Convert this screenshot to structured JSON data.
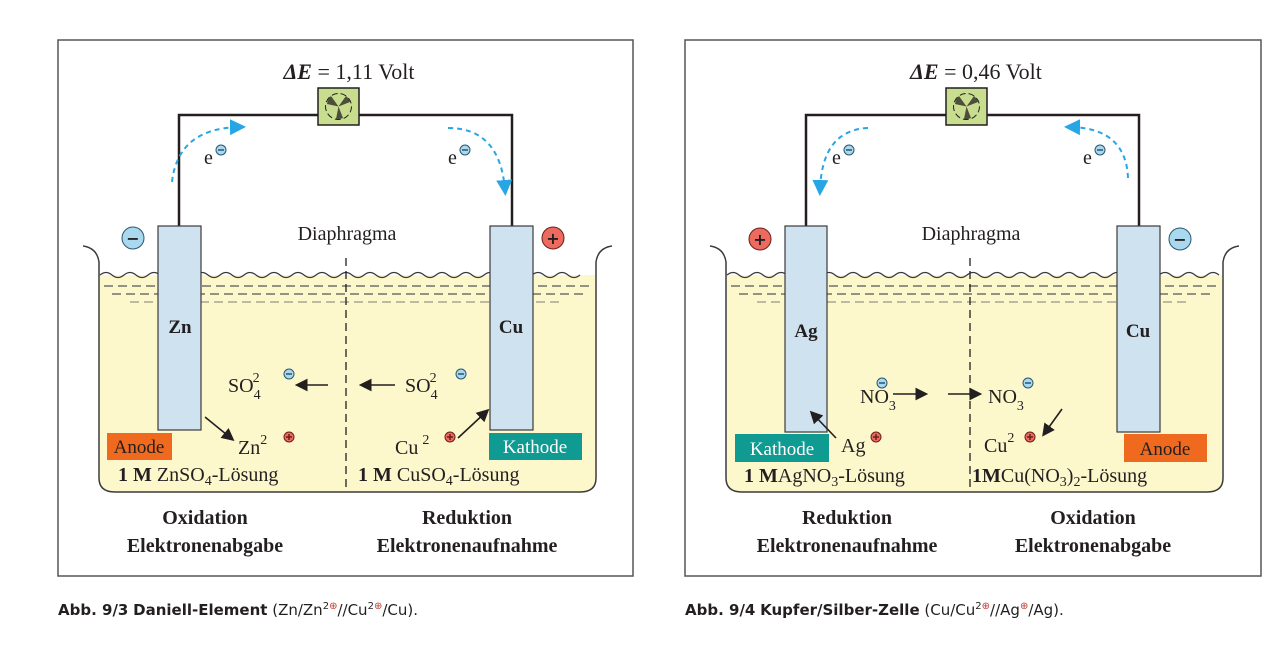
{
  "colors": {
    "anode": "#ef6a1f",
    "cathode": "#0f9a92",
    "negative": "#a9d8ef",
    "positive": "#ec6a5e",
    "electron_flow": "#27a6e6",
    "solution": "#fdf7cc",
    "meter": "#c9dd8e",
    "electrode": "#cfe2ef"
  },
  "figures": [
    {
      "voltage": {
        "symbol": "ΔE",
        "eq": "=",
        "value": "1,11",
        "unit": "Volt"
      },
      "meter_icon": "voltmeter-icon",
      "electron": "e",
      "diaphragm": "Diaphragma",
      "left_electrode": "Zn",
      "right_electrode": "Cu",
      "left_pole": "−",
      "right_pole": "+",
      "left_anion": {
        "base": "SO",
        "sub": "4",
        "sup": "2"
      },
      "right_anion": {
        "base": "SO",
        "sub": "4",
        "sup": "2"
      },
      "left_cation": {
        "base": "Zn",
        "sup": "2"
      },
      "right_cation": {
        "base": "Cu",
        "sup": "2"
      },
      "left_role": "Anode",
      "right_role": "Kathode",
      "left_solution": {
        "conc": "1 M",
        "a": "ZnSO",
        "sub": "4",
        "b": "-Lösung"
      },
      "right_solution": {
        "conc": "1 M",
        "a": "CuSO",
        "sub": "4",
        "b": "-Lösung"
      },
      "left_process": "Oxidation",
      "left_process_desc": "Elektronenabgabe",
      "right_process": "Reduktion",
      "right_process_desc": "Elektronenaufnahme",
      "caption": {
        "number": "Abb. 9/3",
        "title": "Daniell-Element",
        "formula_a": "(Zn/Zn",
        "sup1": "2",
        "formula_b": "//Cu",
        "sup2": "2",
        "formula_c": "/Cu)."
      }
    },
    {
      "voltage": {
        "symbol": "ΔE",
        "eq": "=",
        "value": "0,46",
        "unit": "Volt"
      },
      "meter_icon": "voltmeter-icon",
      "electron": "e",
      "diaphragm": "Diaphragma",
      "left_electrode": "Ag",
      "right_electrode": "Cu",
      "left_pole": "+",
      "right_pole": "−",
      "left_anion": {
        "base": "NO",
        "sub": "3"
      },
      "right_anion": {
        "base": "NO",
        "sub": "3"
      },
      "left_cation": {
        "base": "Ag"
      },
      "right_cation": {
        "base": "Cu",
        "sup": "2"
      },
      "left_role": "Kathode",
      "right_role": "Anode",
      "left_solution": {
        "conc": "1 M",
        "a": "AgNO",
        "sub": "3",
        "b": "-Lösung"
      },
      "right_solution": {
        "conc": "1M",
        "a": "Cu(NO",
        "sub": "3",
        "a2": ")",
        "sub2": "2",
        "b": "-Lösung"
      },
      "left_process": "Reduktion",
      "left_process_desc": "Elektronenaufnahme",
      "right_process": "Oxidation",
      "right_process_desc": "Elektronenabgabe",
      "caption": {
        "number": "Abb. 9/4",
        "title": "Kupfer/Silber-Zelle",
        "formula_a": "(Cu/Cu",
        "sup1": "2",
        "formula_b": "//Ag",
        "formula_c": "/Ag)."
      }
    }
  ]
}
